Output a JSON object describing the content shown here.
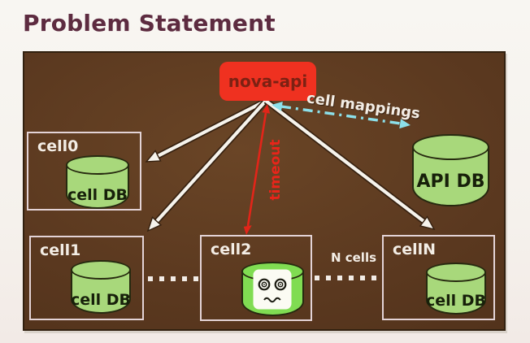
{
  "title": "Problem Statement",
  "diagram": {
    "nova_api": {
      "label": "nova-api"
    },
    "api_db": {
      "label": "API DB"
    },
    "cells": [
      {
        "name": "cell0",
        "db": "cell DB"
      },
      {
        "name": "cell1",
        "db": "cell DB"
      },
      {
        "name": "cell2",
        "db": null,
        "icon": "dizzy-face-icon"
      },
      {
        "name": "cellN",
        "db": "cell DB"
      }
    ],
    "annotations": {
      "timeout": "timeout",
      "cell_mappings": "cell mappings",
      "n_cells": "N cells"
    }
  },
  "colors": {
    "panel_brown": "#5a381f",
    "nova_api_red": "#ef3120",
    "nova_api_text": "#7c2113",
    "cylinder_green": "#a8d87b",
    "cell2_green": "#80dc52",
    "box_border": "#e3d3d6",
    "red_arrow": "#e22519",
    "cyan_arrow": "#8ce0ea",
    "white_arrow": "#f6f3ec",
    "title_text": "#5d2b40"
  }
}
